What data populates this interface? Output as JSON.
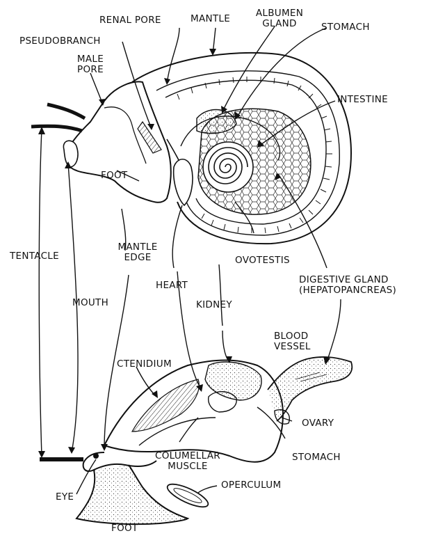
{
  "labels": {
    "renal_pore": "RENAL PORE",
    "mantle": "MANTLE",
    "albumen_gland": [
      "ALBUMEN",
      "GLAND"
    ],
    "stomach_top": "STOMACH",
    "pseudobranch": "PSEUDOBRANCH",
    "male_pore": [
      "MALE",
      "PORE"
    ],
    "intestine": "INTESTINE",
    "foot_top": "FOOT",
    "tentacle": "TENTACLE",
    "mantle_edge": [
      "MANTLE",
      "EDGE"
    ],
    "ovotestis": "OVOTESTIS",
    "digestive_gland": [
      "DIGESTIVE GLAND",
      "(HEPATOPANCREAS)"
    ],
    "heart": "HEART",
    "mouth": "MOUTH",
    "kidney": "KIDNEY",
    "blood_vessel": [
      "BLOOD",
      "VESSEL"
    ],
    "ctenidium": "CTENIDIUM",
    "ovary": "OVARY",
    "columellar_muscle": [
      "COLUMELLAR",
      "MUSCLE"
    ],
    "stomach_bottom": "STOMACH",
    "eye": "EYE",
    "operculum": "OPERCULUM",
    "foot_bottom": "FOOT"
  }
}
